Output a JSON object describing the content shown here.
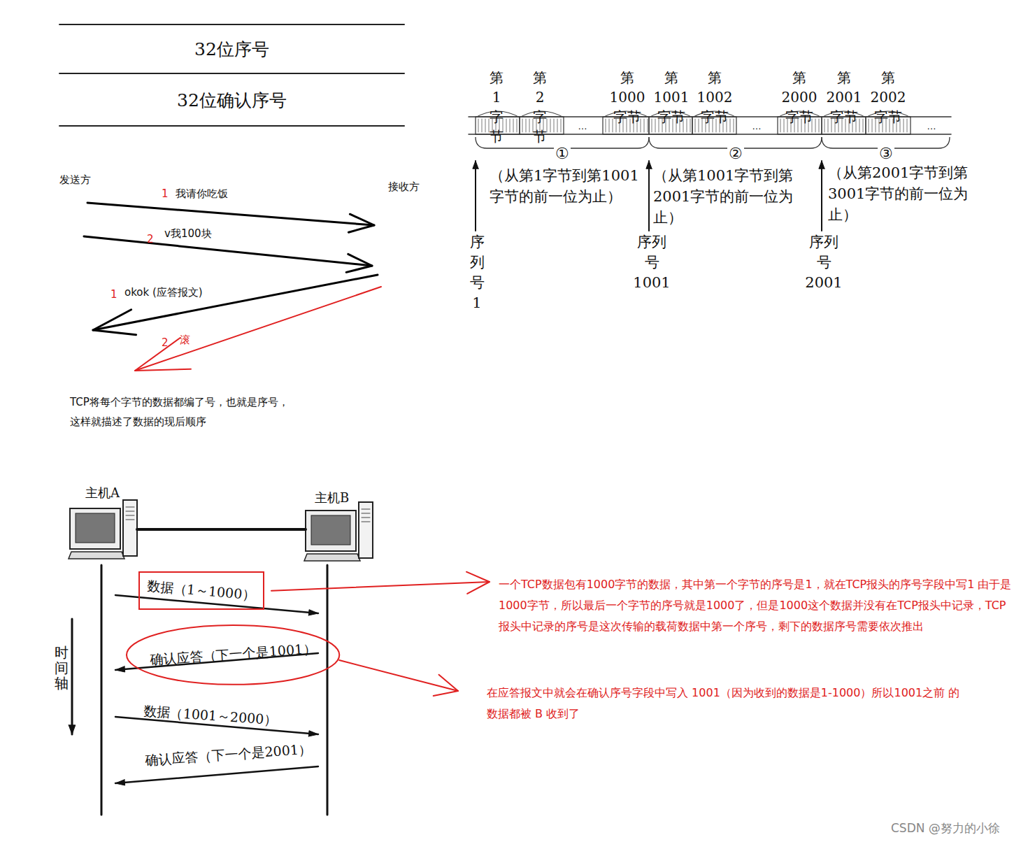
{
  "diagram": {
    "nodes": [
      {
        "text": [
          "32位序号"
        ]
      },
      {
        "text": [
          "32位确认序号"
        ]
      },
      {
        "text": [
          "数据（1～1000）"
        ]
      },
      {
        "text": [
          "确认应答（下一个是1001）"
        ]
      }
    ],
    "labels": [
      "发送方",
      "接收方",
      "1",
      "我请你吃饭",
      "2",
      "v我100块",
      "1",
      "okok (应答报文)",
      "2",
      "滚",
      "TCP将每个字节的数据都编了号，也就是序号，这样就描述了数据的现后顺序",
      "第1 字节",
      "第2 字节",
      "第1000 字节",
      "第1001 字节",
      "第1002 字节",
      "第2000 字节",
      "第2001 字节",
      "第2002 字节",
      "…",
      "…",
      "…",
      "①",
      "②",
      "③",
      "（从第1字节到第1001字节的前一位为止）",
      "（从第1001字节到第2001字节的前一位为止）",
      "（从第2001字节到第3001字节的前一位为止）",
      "序列号 1",
      "序列号 1001",
      "序列号 2001",
      "主机A",
      "主机B",
      "时间轴",
      "数据（1001～2000）",
      "确认应答（下一个是2001）",
      "一个TCP数据包有1000字节的数据，其中第一个字节的序号是1，就在TCP报头的序号字段中写1 由于是1000字节，所以最后一个字节的序号就是1000了，但是1000这个数据并没有在TCP报头中记录，TCP报头中记录的序号是这次传输的载荷数据中第一个序号，剩下的数据序号需要依次推出",
      "在应答报文中就会在确认序号字段中写入 1001（因为收到的数据是1-1000）所以1001之前 的数据都被 B 收到了",
      "CSDN @努力的小徐"
    ]
  }
}
